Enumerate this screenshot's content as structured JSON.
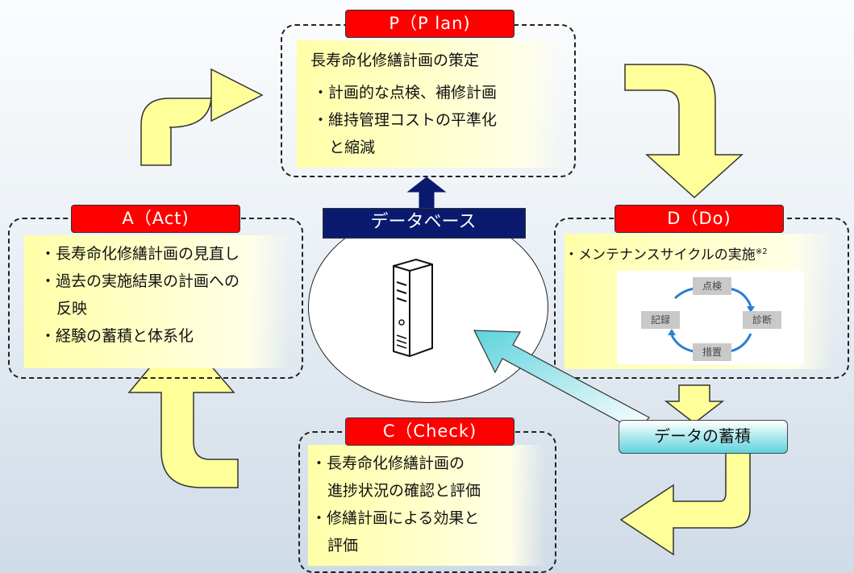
{
  "plan": {
    "label": "P（P lan)",
    "heading": "長寿命化修繕計画の策定",
    "bullets": [
      "・計画的な点検、補修計画",
      "・維持管理コストの平準化",
      "と縮減"
    ]
  },
  "act": {
    "label": "A（Act)",
    "bullets": [
      "・長寿命化修繕計画の見直し",
      "・過去の実施結果の計画への",
      "反映",
      "・経験の蓄積と体系化"
    ]
  },
  "do": {
    "label": "D（Do)",
    "bullet": "・メンテナンスサイクルの実施",
    "note": "※2",
    "cycle": {
      "top": "点検",
      "right": "診断",
      "bottom": "措置",
      "left": "記録"
    }
  },
  "check": {
    "label": "C（Check)",
    "bullets": [
      "・長寿命化修繕計画の",
      "進捗状況の確認と評価",
      "・修繕計画による効果と",
      "評価"
    ]
  },
  "center": {
    "database_label": "データベース",
    "icon": "server-tower-icon"
  },
  "accumulation_label": "データの蓄積",
  "colors": {
    "phase_red": "#ff0000",
    "database_navy": "#0a1a6e",
    "arrow_yellow": "#ffff99",
    "accumulation_cyan": "#5ed3dc"
  }
}
